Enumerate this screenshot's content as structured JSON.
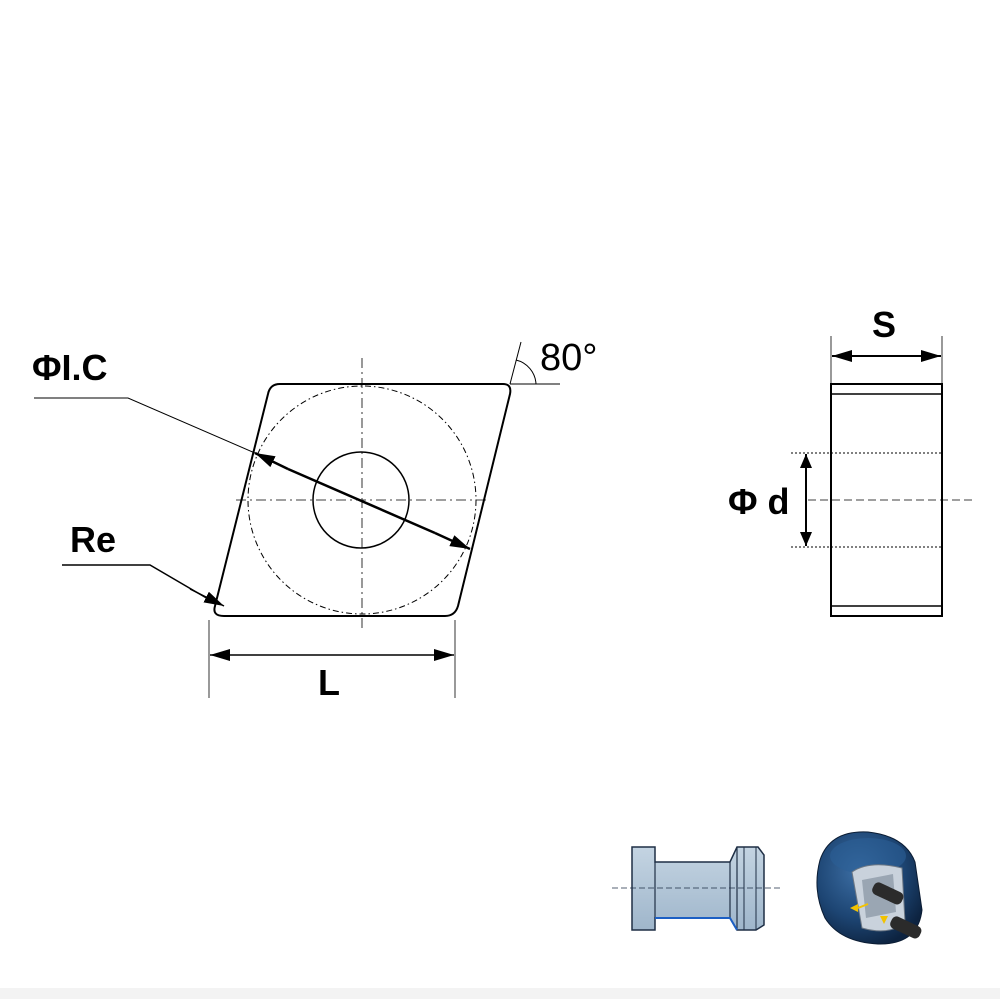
{
  "labels": {
    "ic": "ΦI.C",
    "angle": "80°",
    "corner_radius": "Re",
    "length": "L",
    "thickness": "S",
    "hole_diameter": "Φ d"
  },
  "icons": {
    "pin_side_view": "clamp-pin-side-view-icon",
    "holder_3d_view": "toolholder-3d-icon"
  },
  "colors": {
    "line": "#000000",
    "pin_fill": "#a9bfd2",
    "pin_stroke": "#1f2f45",
    "holder_dark": "#12335a",
    "holder_mid": "#2a5a8c",
    "arrow_yellow": "#f2c200"
  }
}
